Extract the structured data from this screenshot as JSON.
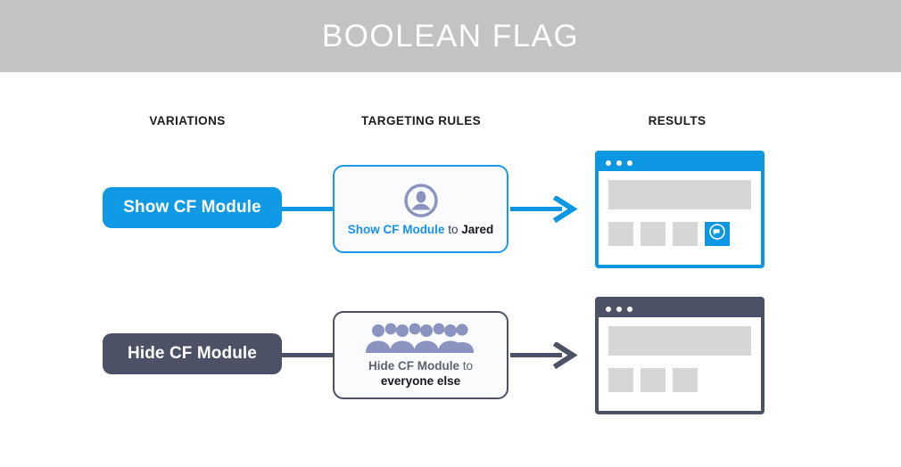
{
  "header": {
    "title": "BOOLEAN FLAG",
    "background_color": "#c3c3c3",
    "text_color": "#ffffff"
  },
  "columns": [
    {
      "label": "VARIATIONS"
    },
    {
      "label": "TARGETING RULES"
    },
    {
      "label": "RESULTS"
    }
  ],
  "colors": {
    "accent_blue": "#0d96e2",
    "pill_blue": "#109ae6",
    "slate": "#4d5165",
    "icon_purple": "#8b93c0",
    "placeholder_gray": "#d6d6d6"
  },
  "rows": [
    {
      "variation": {
        "label": "Show CF Module",
        "color": "#109ae6"
      },
      "rule": {
        "flag_label": "Show CF Module",
        "connector_word": "to",
        "target": "Jared",
        "icon": "single-person-icon",
        "border_color": "#1a9ae4"
      },
      "arrow": {
        "color": "#0d96e2",
        "name": "arrow-right-icon"
      },
      "result": {
        "window_color": "#0d96e2",
        "dots": 3,
        "tiles": 4,
        "cf_module_visible": true,
        "cf_icon": "speech-bubble-icon"
      }
    },
    {
      "variation": {
        "label": "Hide CF Module",
        "color": "#4d5165"
      },
      "rule": {
        "flag_label": "Hide CF Module",
        "connector_word": "to",
        "target": "everyone else",
        "icon": "crowd-people-icon",
        "border_color": "#4d5165"
      },
      "arrow": {
        "color": "#4d5165",
        "name": "arrow-right-icon"
      },
      "result": {
        "window_color": "#4d5165",
        "dots": 3,
        "tiles": 3,
        "cf_module_visible": false,
        "cf_icon": ""
      }
    }
  ]
}
